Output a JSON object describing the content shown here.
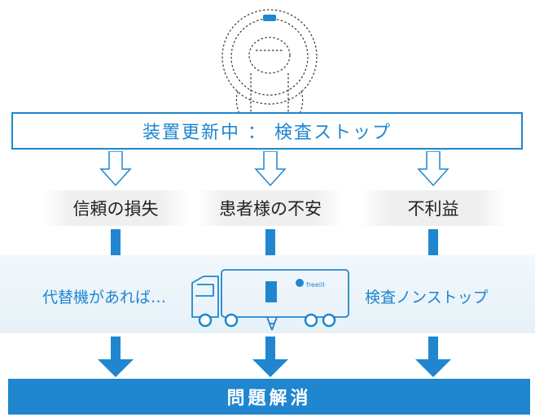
{
  "top_box": {
    "label": "装置更新中 ： 検査ストップ"
  },
  "problems": [
    {
      "label": "信頼の損失"
    },
    {
      "label": "患者様の不安"
    },
    {
      "label": "不利益"
    }
  ],
  "middle": {
    "left_label": "代替機があれば…",
    "right_label": "検査ノンストップ",
    "truck_logo": "freeill"
  },
  "bottom_box": {
    "label": "問題解消"
  },
  "colors": {
    "accent": "#1f86cf"
  }
}
